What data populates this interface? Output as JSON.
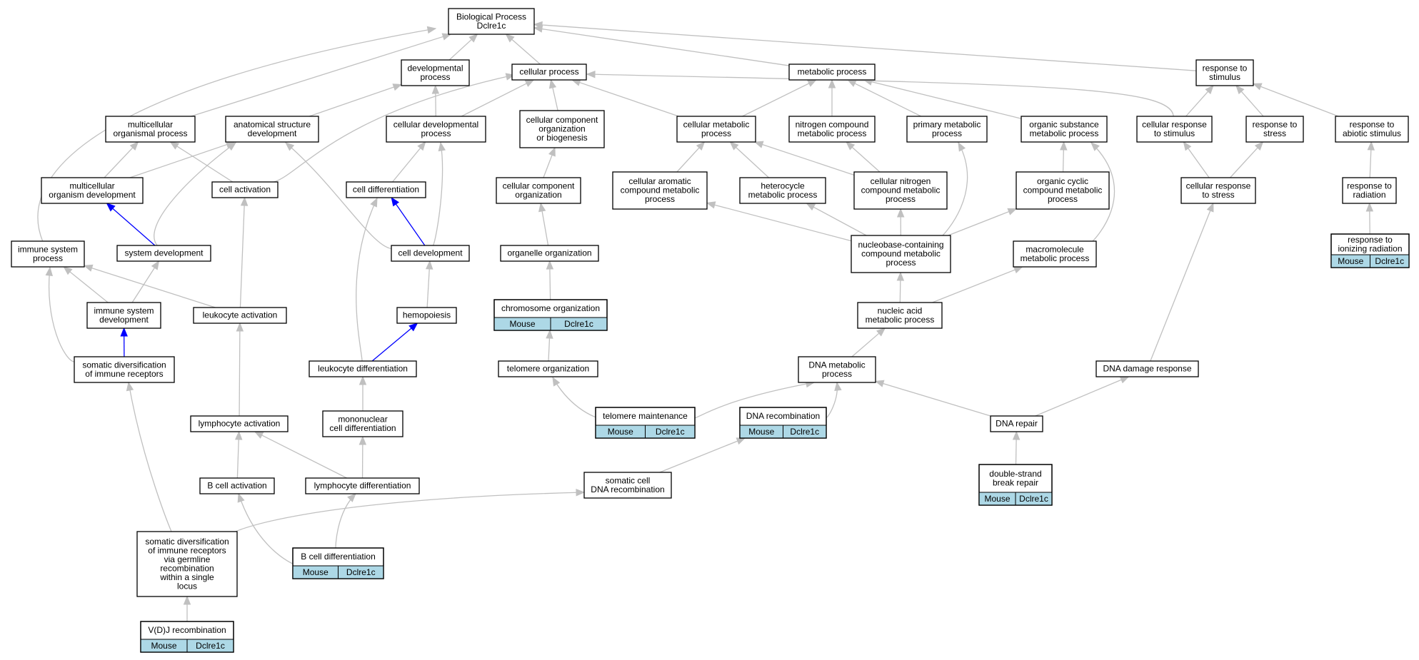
{
  "colors": {
    "edge_default": "#c0c0c0",
    "edge_highlight": "#0000ff",
    "annotation_fill": "#add8e6",
    "node_border": "#000000"
  },
  "graph": {
    "nodes": [
      {
        "id": "bp",
        "lines": [
          "Biological Process",
          "Dclre1c"
        ]
      },
      {
        "id": "devproc",
        "lines": [
          "developmental",
          "process"
        ]
      },
      {
        "id": "cellproc",
        "lines": [
          "cellular process"
        ]
      },
      {
        "id": "metaproc",
        "lines": [
          "metabolic process"
        ]
      },
      {
        "id": "respstim",
        "lines": [
          "response to",
          "stimulus"
        ]
      },
      {
        "id": "multiorg",
        "lines": [
          "multicellular",
          "organismal process"
        ]
      },
      {
        "id": "anatdev",
        "lines": [
          "anatomical structure",
          "development"
        ]
      },
      {
        "id": "celldevproc",
        "lines": [
          "cellular developmental",
          "process"
        ]
      },
      {
        "id": "ccobio",
        "lines": [
          "cellular component",
          "organization",
          "or biogenesis"
        ]
      },
      {
        "id": "cellmeta",
        "lines": [
          "cellular metabolic",
          "process"
        ]
      },
      {
        "id": "nitrometa",
        "lines": [
          "nitrogen compound",
          "metabolic process"
        ]
      },
      {
        "id": "primmeta",
        "lines": [
          "primary metabolic",
          "process"
        ]
      },
      {
        "id": "orgsub",
        "lines": [
          "organic substance",
          "metabolic process"
        ]
      },
      {
        "id": "cellresp",
        "lines": [
          "cellular response",
          "to stimulus"
        ]
      },
      {
        "id": "respstress",
        "lines": [
          "response to",
          "stress"
        ]
      },
      {
        "id": "respabio",
        "lines": [
          "response to",
          "abiotic stimulus"
        ]
      },
      {
        "id": "multiorgdev",
        "lines": [
          "multicellular",
          "organism development"
        ]
      },
      {
        "id": "cellact",
        "lines": [
          "cell activation"
        ]
      },
      {
        "id": "celldiff",
        "lines": [
          "cell differentiation"
        ]
      },
      {
        "id": "ccorg",
        "lines": [
          "cellular component",
          "organization"
        ]
      },
      {
        "id": "cellarom",
        "lines": [
          "cellular aromatic",
          "compound metabolic",
          "process"
        ]
      },
      {
        "id": "hetero",
        "lines": [
          "heterocycle",
          "metabolic process"
        ]
      },
      {
        "id": "cellnitro",
        "lines": [
          "cellular nitrogen",
          "compound metabolic",
          "process"
        ]
      },
      {
        "id": "orgcyc",
        "lines": [
          "organic cyclic",
          "compound metabolic",
          "process"
        ]
      },
      {
        "id": "cellrespstress",
        "lines": [
          "cellular response",
          "to stress"
        ]
      },
      {
        "id": "resprad",
        "lines": [
          "response to",
          "radiation"
        ]
      },
      {
        "id": "immsys",
        "lines": [
          "immune system",
          "process"
        ]
      },
      {
        "id": "sysdev",
        "lines": [
          "system development"
        ]
      },
      {
        "id": "celldev",
        "lines": [
          "cell development"
        ]
      },
      {
        "id": "organelle",
        "lines": [
          "organelle organization"
        ]
      },
      {
        "id": "nucleobase",
        "lines": [
          "nucleobase-containing",
          "compound metabolic",
          "process"
        ]
      },
      {
        "id": "macro",
        "lines": [
          "macromolecule",
          "metabolic process"
        ]
      },
      {
        "id": "respion",
        "lines": [
          "response to",
          "ionizing radiation"
        ],
        "annot": [
          "Mouse",
          "Dclre1c"
        ]
      },
      {
        "id": "immsysdev",
        "lines": [
          "immune system",
          "development"
        ]
      },
      {
        "id": "leukact",
        "lines": [
          "leukocyte activation"
        ]
      },
      {
        "id": "hemo",
        "lines": [
          "hemopoiesis"
        ]
      },
      {
        "id": "chromorg",
        "lines": [
          "chromosome organization"
        ],
        "annot": [
          "Mouse",
          "Dclre1c"
        ]
      },
      {
        "id": "nucacid",
        "lines": [
          "nucleic acid",
          "metabolic process"
        ]
      },
      {
        "id": "somdiv",
        "lines": [
          "somatic diversification",
          "of immune receptors"
        ]
      },
      {
        "id": "leukdiff",
        "lines": [
          "leukocyte differentiation"
        ]
      },
      {
        "id": "telorg",
        "lines": [
          "telomere organization"
        ]
      },
      {
        "id": "dnameta",
        "lines": [
          "DNA metabolic",
          "process"
        ]
      },
      {
        "id": "dnadamage",
        "lines": [
          "DNA damage response"
        ]
      },
      {
        "id": "lymphact",
        "lines": [
          "lymphocyte activation"
        ]
      },
      {
        "id": "mononuc",
        "lines": [
          "mononuclear",
          "cell differentiation"
        ]
      },
      {
        "id": "telmaint",
        "lines": [
          "telomere maintenance"
        ],
        "annot": [
          "Mouse",
          "Dclre1c"
        ]
      },
      {
        "id": "dnarecomb",
        "lines": [
          "DNA recombination"
        ],
        "annot": [
          "Mouse",
          "Dclre1c"
        ]
      },
      {
        "id": "dnarepair",
        "lines": [
          "DNA repair"
        ]
      },
      {
        "id": "bcellact",
        "lines": [
          "B cell activation"
        ]
      },
      {
        "id": "lymphdiff",
        "lines": [
          "lymphocyte differentiation"
        ]
      },
      {
        "id": "somcell",
        "lines": [
          "somatic cell",
          "DNA recombination"
        ]
      },
      {
        "id": "dsbr",
        "lines": [
          "double-strand",
          "break repair"
        ],
        "annot": [
          "Mouse",
          "Dclre1c"
        ]
      },
      {
        "id": "somdivgerm",
        "lines": [
          "somatic diversification",
          "of immune receptors",
          "via germline",
          "recombination",
          "within a single",
          "locus"
        ]
      },
      {
        "id": "bcelldiff",
        "lines": [
          "B cell differentiation"
        ],
        "annot": [
          "Mouse",
          "Dclre1c"
        ]
      },
      {
        "id": "vdj",
        "lines": [
          "V(D)J recombination"
        ],
        "annot": [
          "Mouse",
          "Dclre1c"
        ]
      }
    ],
    "edges": [
      [
        "devproc",
        "bp"
      ],
      [
        "cellproc",
        "bp"
      ],
      [
        "metaproc",
        "bp"
      ],
      [
        "respstim",
        "bp"
      ],
      [
        "multiorg",
        "bp"
      ],
      [
        "immsys",
        "bp"
      ],
      [
        "anatdev",
        "devproc"
      ],
      [
        "celldevproc",
        "devproc"
      ],
      [
        "celldevproc",
        "cellproc"
      ],
      [
        "ccobio",
        "cellproc"
      ],
      [
        "cellmeta",
        "cellproc"
      ],
      [
        "cellact",
        "cellproc"
      ],
      [
        "cellresp",
        "cellproc"
      ],
      [
        "cellmeta",
        "metaproc"
      ],
      [
        "nitrometa",
        "metaproc"
      ],
      [
        "primmeta",
        "metaproc"
      ],
      [
        "orgsub",
        "metaproc"
      ],
      [
        "cellresp",
        "respstim"
      ],
      [
        "respstress",
        "respstim"
      ],
      [
        "respabio",
        "respstim"
      ],
      [
        "multiorgdev",
        "multiorg"
      ],
      [
        "cellact",
        "multiorg"
      ],
      [
        "multiorgdev",
        "anatdev"
      ],
      [
        "sysdev",
        "anatdev"
      ],
      [
        "celldev",
        "anatdev"
      ],
      [
        "celldiff",
        "celldevproc"
      ],
      [
        "celldev",
        "celldevproc"
      ],
      [
        "ccorg",
        "ccobio"
      ],
      [
        "cellarom",
        "cellmeta"
      ],
      [
        "hetero",
        "cellmeta"
      ],
      [
        "cellnitro",
        "cellmeta"
      ],
      [
        "cellnitro",
        "nitrometa"
      ],
      [
        "nucleobase",
        "primmeta"
      ],
      [
        "orgcyc",
        "orgsub"
      ],
      [
        "macro",
        "orgsub"
      ],
      [
        "cellrespstress",
        "cellresp"
      ],
      [
        "cellrespstress",
        "respstress"
      ],
      [
        "resprad",
        "respabio"
      ],
      [
        "respion",
        "resprad"
      ],
      [
        "sysdev",
        "multiorgdev",
        1
      ],
      [
        "leukact",
        "cellact"
      ],
      [
        "celldev",
        "celldiff",
        1
      ],
      [
        "leukdiff",
        "celldiff"
      ],
      [
        "organelle",
        "ccorg"
      ],
      [
        "nucleobase",
        "cellarom"
      ],
      [
        "nucleobase",
        "hetero"
      ],
      [
        "nucleobase",
        "cellnitro"
      ],
      [
        "nucleobase",
        "orgcyc"
      ],
      [
        "dnadamage",
        "cellrespstress"
      ],
      [
        "immsysdev",
        "immsys"
      ],
      [
        "leukact",
        "immsys"
      ],
      [
        "somdiv",
        "immsys"
      ],
      [
        "immsysdev",
        "sysdev"
      ],
      [
        "hemo",
        "celldev"
      ],
      [
        "chromorg",
        "organelle"
      ],
      [
        "nucacid",
        "nucleobase"
      ],
      [
        "nucacid",
        "macro"
      ],
      [
        "somdiv",
        "immsysdev",
        1
      ],
      [
        "lymphact",
        "leukact"
      ],
      [
        "leukdiff",
        "hemo",
        1
      ],
      [
        "telorg",
        "chromorg"
      ],
      [
        "dnameta",
        "nucacid"
      ],
      [
        "somdivgerm",
        "somdiv"
      ],
      [
        "mononuc",
        "leukdiff"
      ],
      [
        "telmaint",
        "telorg"
      ],
      [
        "telmaint",
        "dnameta"
      ],
      [
        "dnarecomb",
        "dnameta"
      ],
      [
        "dnarepair",
        "dnameta"
      ],
      [
        "dnarepair",
        "dnadamage"
      ],
      [
        "bcellact",
        "lymphact"
      ],
      [
        "lymphdiff",
        "lymphact"
      ],
      [
        "lymphdiff",
        "mononuc"
      ],
      [
        "somcell",
        "dnarecomb"
      ],
      [
        "dsbr",
        "dnarepair"
      ],
      [
        "bcelldiff",
        "bcellact"
      ],
      [
        "bcelldiff",
        "lymphdiff"
      ],
      [
        "somdivgerm",
        "somcell"
      ],
      [
        "vdj",
        "somdivgerm"
      ]
    ]
  }
}
